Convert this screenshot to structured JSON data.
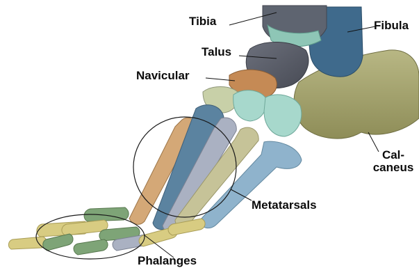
{
  "labels": {
    "tibia": "Tibia",
    "fibula": "Fibula",
    "talus": "Talus",
    "navicular": "Navicular",
    "calcaneus_line1": "Cal-",
    "calcaneus_line2": "caneus",
    "metatarsals": "Metatarsals",
    "phalanges": "Phalanges"
  },
  "colors": {
    "tibia": "#5e6470",
    "tibia_cartilage": "#8ec6b6",
    "fibula": "#3f6a8c",
    "talus": "#5b5f6a",
    "navicular": "#c58a55",
    "calcaneus": "#a7a66f",
    "cuneiform_light": "#c8d0a8",
    "cuneiform_teal": "#a7d8cc",
    "metatarsal_orange": "#d4a877",
    "metatarsal_blue": "#5b83a0",
    "metatarsal_gray": "#aab1c2",
    "metatarsal_olive": "#c6c398",
    "metatarsal_lightblue": "#8fb3cc",
    "phalanx_yellow": "#d8cc82",
    "phalanx_green": "#7ea477",
    "label_text": "#0b0b0b",
    "leader_line": "#111111"
  }
}
